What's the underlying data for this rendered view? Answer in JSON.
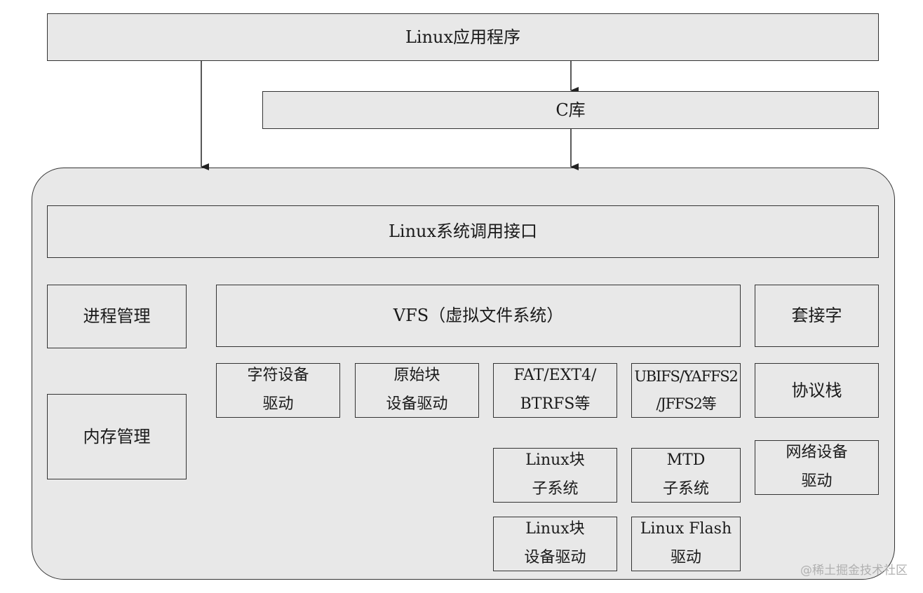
{
  "colors": {
    "box_fill": "#e8e8e8",
    "border": "#333333",
    "watermark": "#b0b0b0"
  },
  "user_space": {
    "app": "Linux应用程序",
    "libc": "C库"
  },
  "kernel": {
    "syscall": "Linux系统调用接口",
    "process_mgmt": "进程管理",
    "memory_mgmt": "内存管理",
    "vfs": "VFS（虚拟文件系统）",
    "char_driver": "字符设备\n驱动",
    "raw_block": "原始块\n设备驱动",
    "fat_ext4": "FAT/EXT4/\nBTRFS等",
    "ubifs": "UBIFS/YAFFS2\n/JFFS2等",
    "block_subsys": "Linux块\n子系统",
    "mtd_subsys": "MTD\n子系统",
    "block_driver": "Linux块\n设备驱动",
    "flash_driver": "Linux Flash\n驱动",
    "socket": "套接字",
    "protocol_stack": "协议栈",
    "net_driver": "网络设备\n驱动"
  },
  "watermark": "@稀土掘金技术社区"
}
